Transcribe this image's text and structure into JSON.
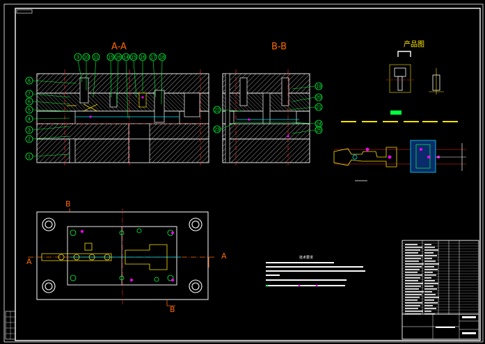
{
  "drawing": {
    "section_aa_title": "A-A",
    "section_bb_title": "B-B",
    "product_title": "产品图",
    "cut_letters": {
      "top_left": "B",
      "bottom": "B",
      "left": "A",
      "right": "A"
    },
    "notes_title": "技术要求"
  },
  "balloons_aa_top": [
    {
      "n": "3"
    },
    {
      "n": "10"
    },
    {
      "n": "11"
    },
    {
      "n": "15"
    },
    {
      "n": "16"
    },
    {
      "n": "14"
    },
    {
      "n": "15"
    },
    {
      "n": "16"
    },
    {
      "n": "17"
    },
    {
      "n": "18"
    }
  ],
  "balloons_aa_left": [
    {
      "n": "8"
    },
    {
      "n": "7"
    },
    {
      "n": "6"
    },
    {
      "n": "5"
    },
    {
      "n": "4"
    },
    {
      "n": "3"
    },
    {
      "n": "2"
    },
    {
      "n": "1"
    }
  ],
  "balloons_bb": [
    {
      "n": "19"
    },
    {
      "n": "20"
    },
    {
      "n": "21"
    },
    {
      "n": "22"
    },
    {
      "n": "23"
    },
    {
      "n": "24"
    },
    {
      "n": "25"
    }
  ],
  "colors": {
    "outline": "#ffffff",
    "hatch": "#c8c8c8",
    "balloon": "#00ff3c",
    "dim": "#ff6a00",
    "center": "#ff2a2a",
    "accent_cyan": "#00e5ff",
    "accent_magenta": "#ff00ff",
    "accent_yellow": "#ffe600"
  }
}
